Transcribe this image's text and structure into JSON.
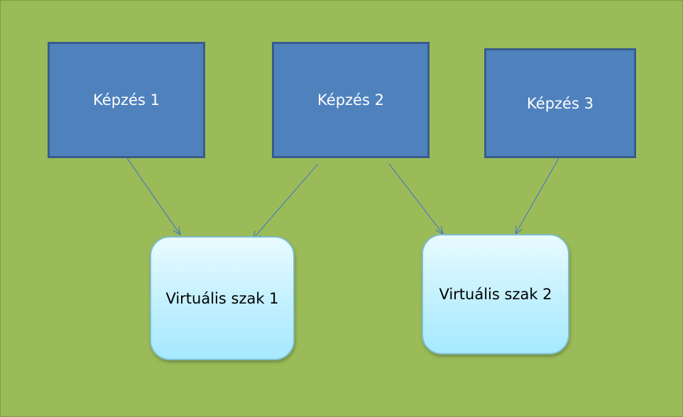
{
  "diagram": {
    "trainings": [
      {
        "id": "t1",
        "label": "Képzés 1"
      },
      {
        "id": "t2",
        "label": "Képzés 2"
      },
      {
        "id": "t3",
        "label": "Képzés 3"
      }
    ],
    "virtual_majors": [
      {
        "id": "v1",
        "label": "Virtuális szak 1"
      },
      {
        "id": "v2",
        "label": "Virtuális szak 2"
      }
    ],
    "connections": [
      {
        "from": "Képzés 1",
        "to": "Virtuális szak 1"
      },
      {
        "from": "Képzés 2",
        "to": "Virtuális szak 1"
      },
      {
        "from": "Képzés 2",
        "to": "Virtuális szak 2"
      },
      {
        "from": "Képzés 3",
        "to": "Virtuális szak 2"
      }
    ]
  },
  "colors": {
    "background": "#9bbb59",
    "training_fill": "#4f81bd",
    "training_border": "#385d8a",
    "virtual_fill": "#c2f0ff",
    "arrow": "#4a7ebb"
  }
}
